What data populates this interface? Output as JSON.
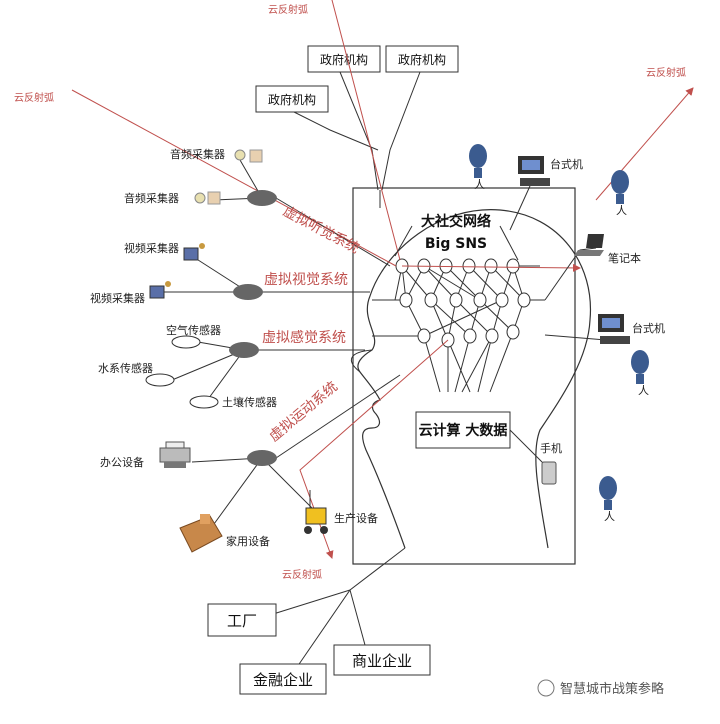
{
  "reflex_labels": [
    "云反射弧",
    "云反射弧",
    "云反射弧",
    "云反射弧"
  ],
  "government_labels": [
    "政府机构",
    "政府机构",
    "政府机构"
  ],
  "sensors": {
    "audio": [
      "音频采集器",
      "音频采集器"
    ],
    "video": [
      "视频采集器",
      "视频采集器"
    ],
    "env": [
      "空气传感器",
      "水系传感器",
      "土壤传感器"
    ]
  },
  "systems": {
    "auditory": "虚拟听觉系统",
    "visual": "虚拟视觉系统",
    "sensory": "虚拟感觉系统",
    "motor": "虚拟运动系统"
  },
  "center": {
    "sns_cn": "大社交网络",
    "sns_en": "Big SNS",
    "cloud": "云计算  大数据"
  },
  "devices": {
    "desktop1": "台式机",
    "laptop": "笔记本",
    "desktop2": "台式机",
    "phone": "手机",
    "office": "办公设备",
    "home": "家用设备",
    "production": "生产设备"
  },
  "person_label": "人",
  "enterprises": {
    "factory": "工厂",
    "finance": "金融企业",
    "commerce": "商业企业"
  },
  "watermark": "智慧城市战策参略",
  "colors": {
    "red": "#c0504d",
    "line": "#333333",
    "hub": "#666666",
    "person": "#3b5b8f"
  }
}
